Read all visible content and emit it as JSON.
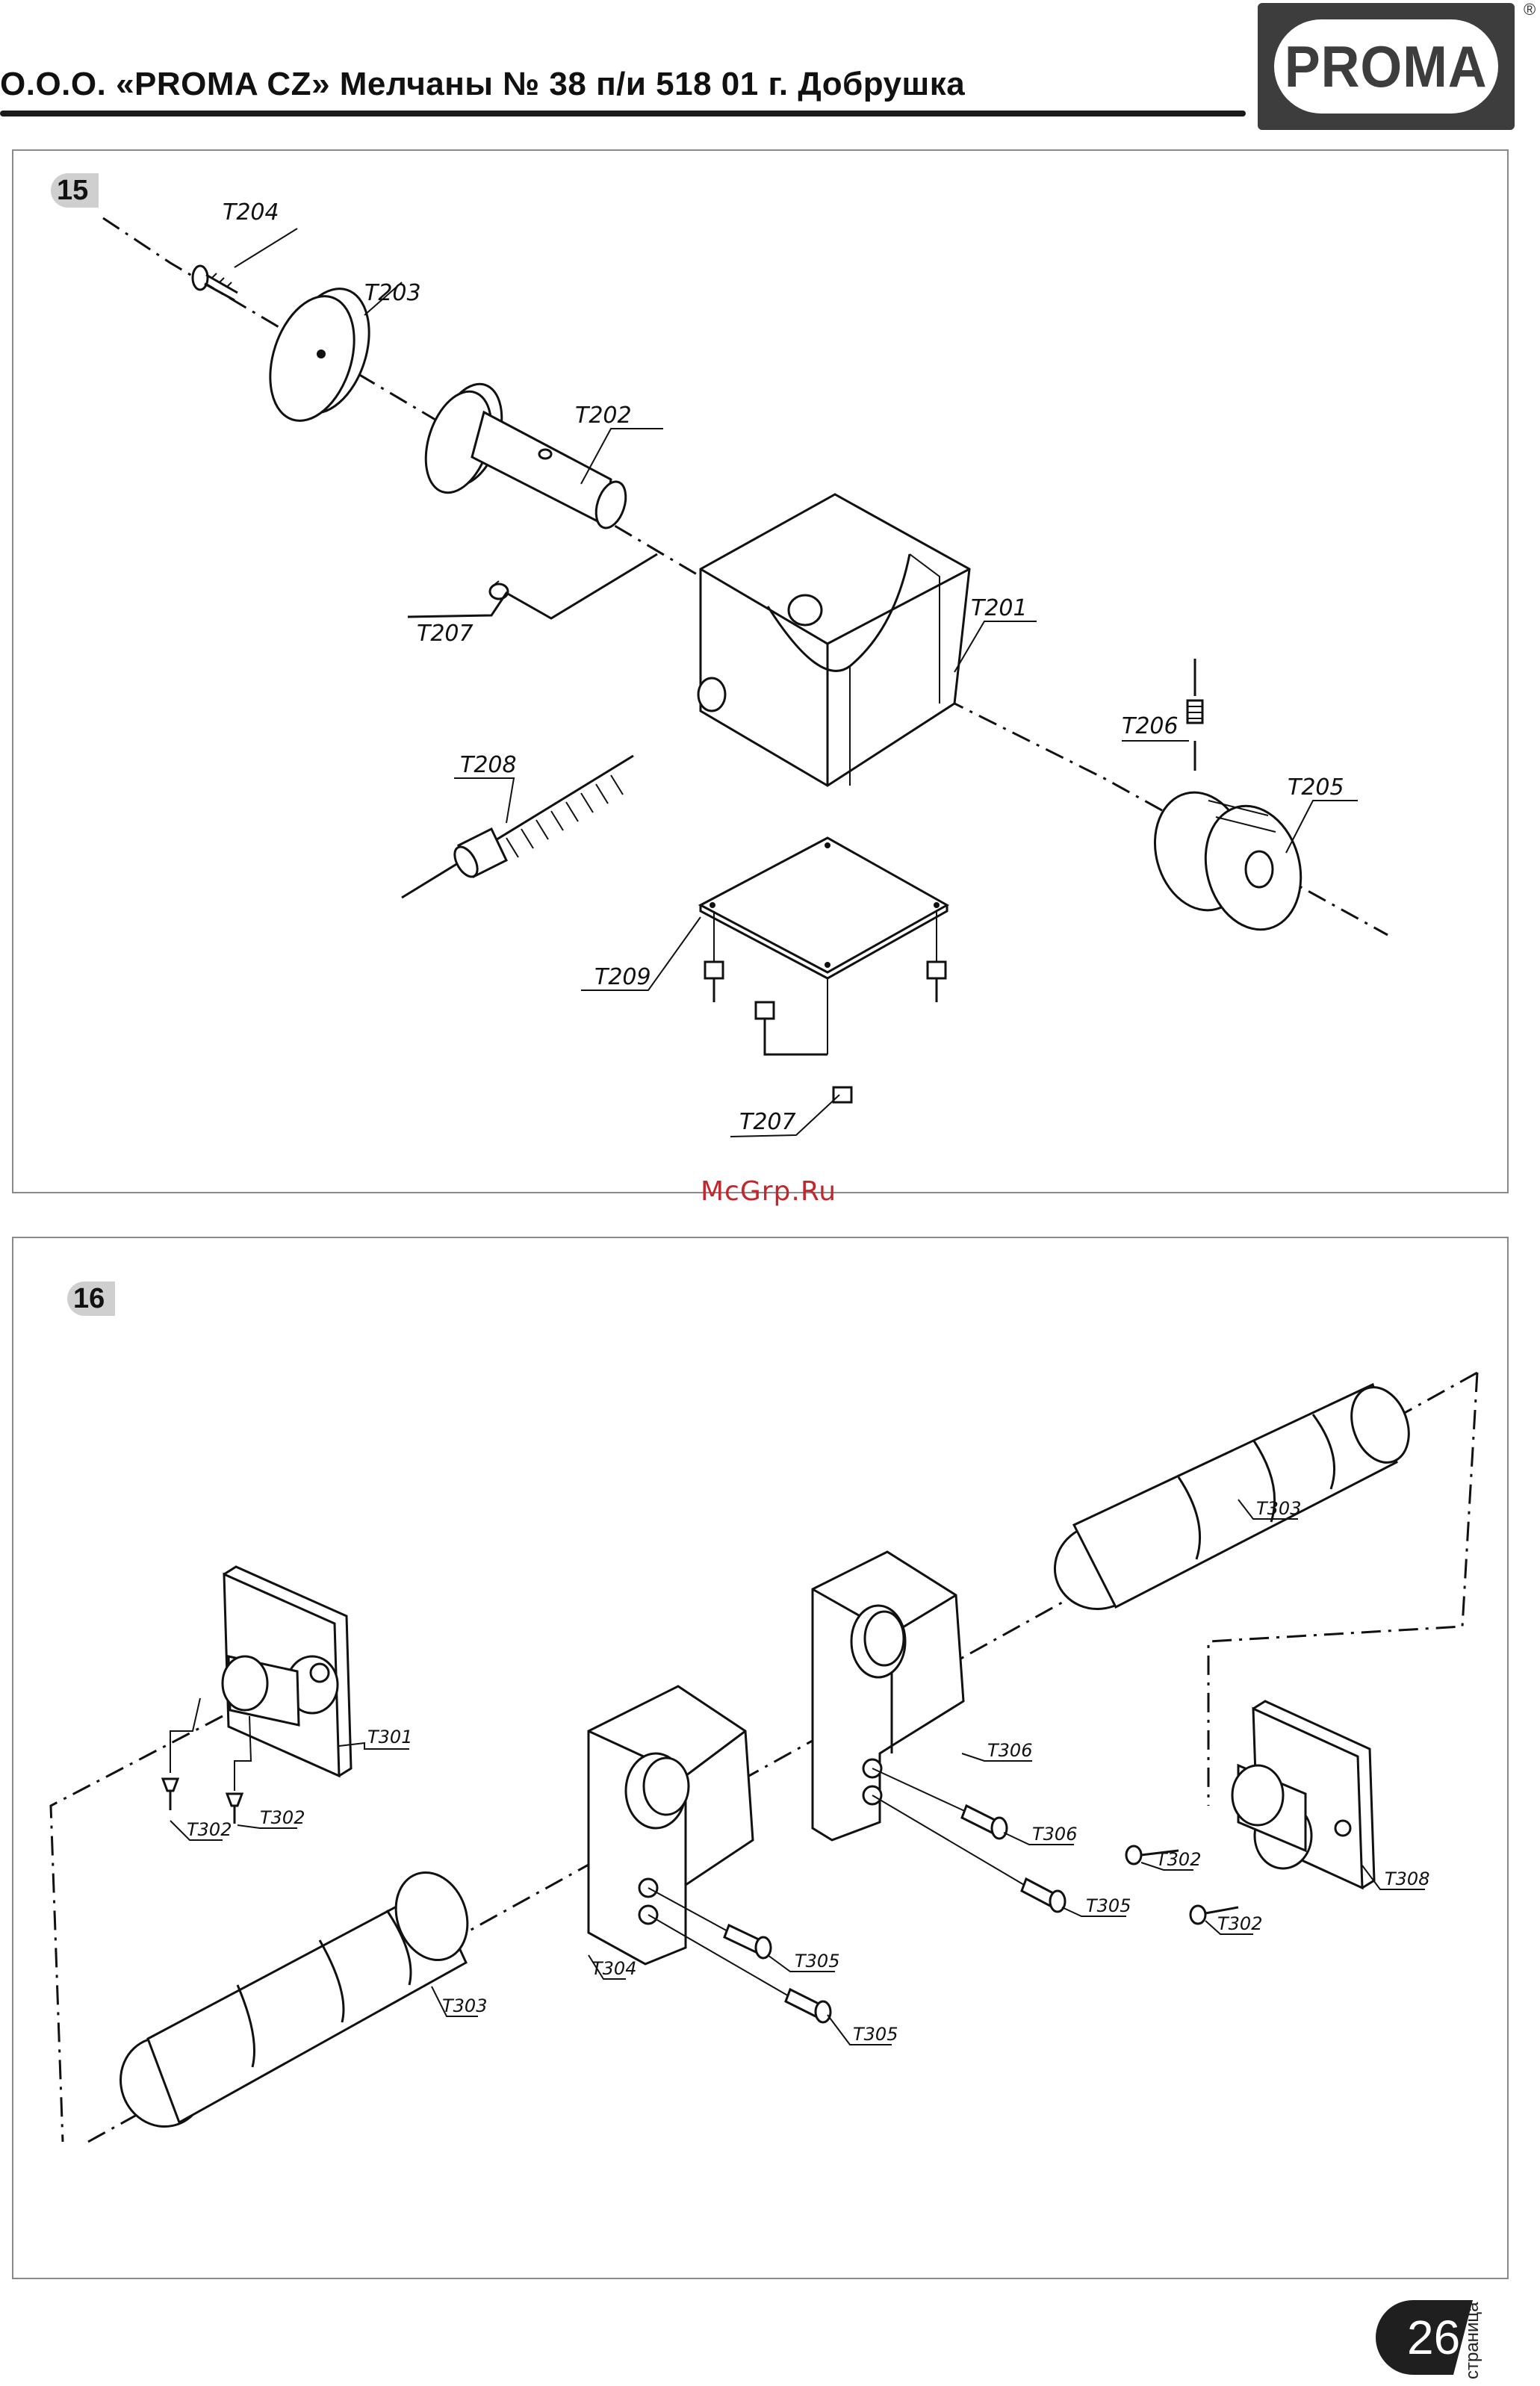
{
  "header": {
    "company_line": "O.O.O. «PROMA CZ» Мелчаны № 38 п/и 518 01 г. Добрушка",
    "logo_text": "PROMA",
    "registered_mark": "®"
  },
  "figure15": {
    "badge": "15",
    "labels": {
      "t201": "T201",
      "t202": "T202",
      "t203": "T203",
      "t204": "T204",
      "t205": "T205",
      "t206": "T206",
      "t207a": "T207",
      "t207b": "T207",
      "t208": "T208",
      "t209": "T209"
    }
  },
  "figure16": {
    "badge": "16",
    "labels": {
      "t301": "T301",
      "t302a": "T302",
      "t302b": "T302",
      "t302c": "T302",
      "t302d": "T302",
      "t303a": "T303",
      "t303b": "T303",
      "t304": "T304",
      "t305a": "T305",
      "t305b": "T305",
      "t305c": "T305",
      "t306a": "T306",
      "t306b": "T306",
      "t308": "T308"
    }
  },
  "watermark": "McGrp.Ru",
  "footer": {
    "page_number": "26",
    "page_word": "страница"
  }
}
